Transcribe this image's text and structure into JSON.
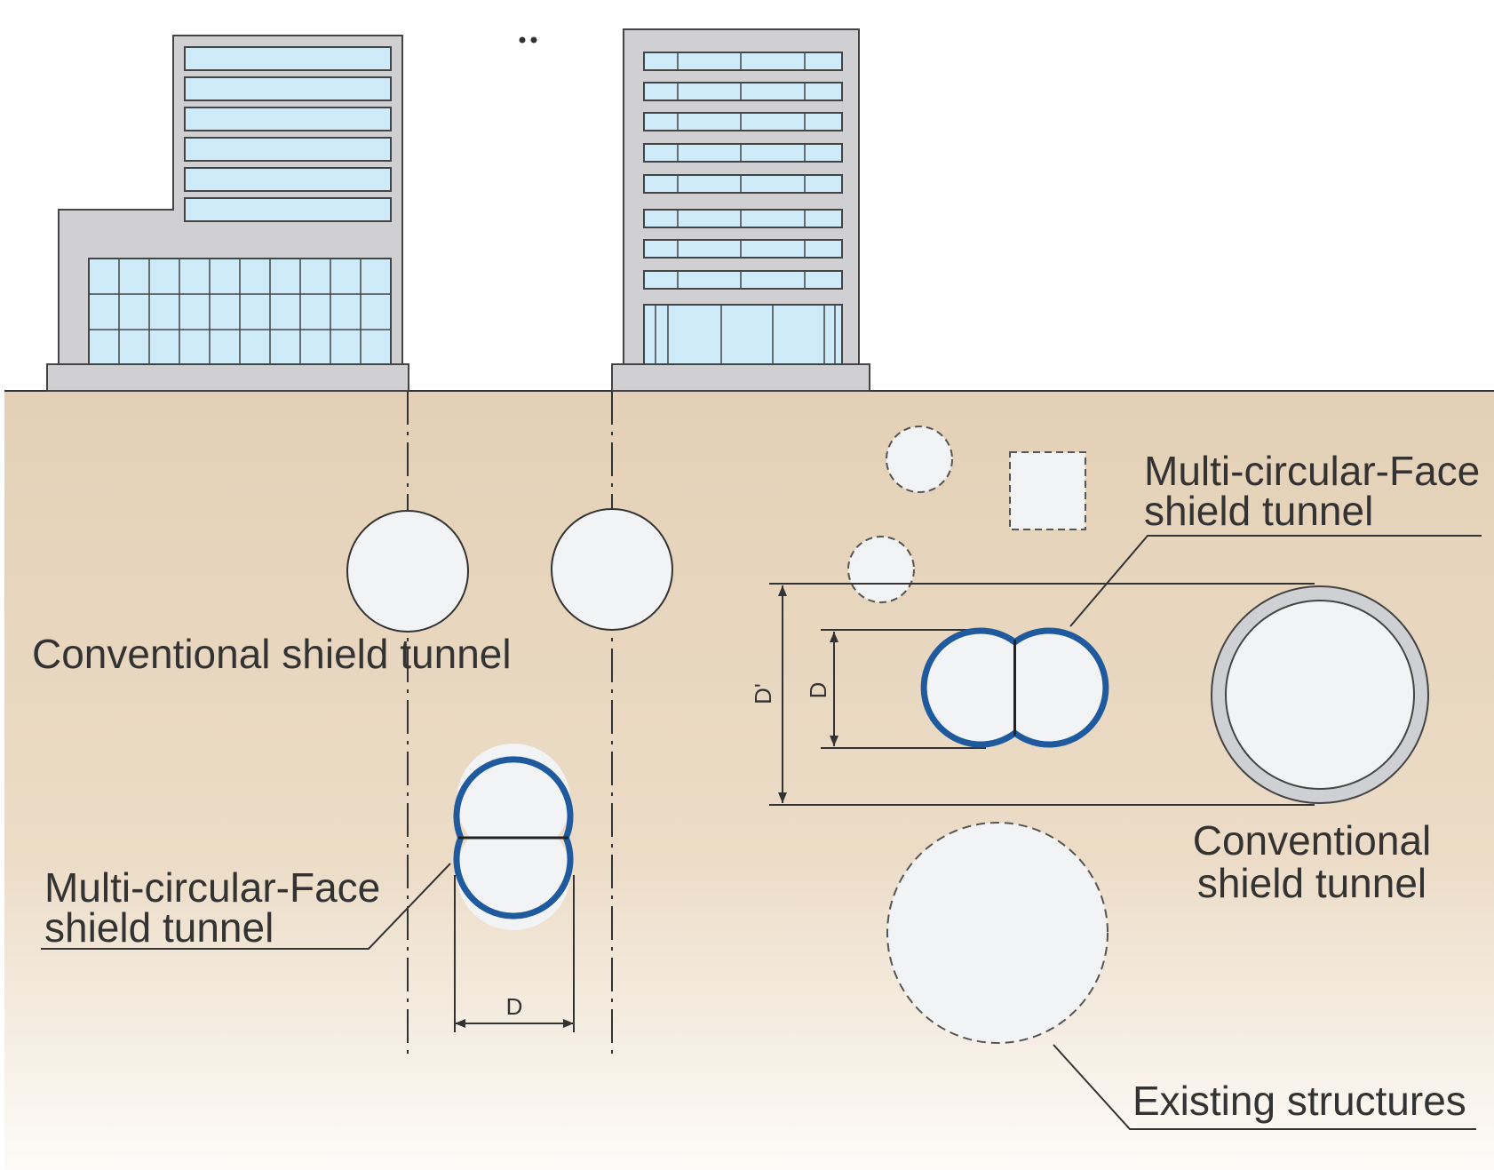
{
  "labels": {
    "conventional_left": "Conventional shield tunnel",
    "multi_left_line1": "Multi-circular-Face",
    "multi_left_line2": "shield tunnel",
    "multi_right_line1": "Multi-circular-Face",
    "multi_right_line2": "shield tunnel",
    "conventional_right_line1": "Conventional",
    "conventional_right_line2": "shield tunnel",
    "existing_structures": "Existing structures",
    "dim_d_bottom": "D",
    "dim_d_right": "D",
    "dim_d_prime": "D'"
  },
  "colors": {
    "ground_top": "#e3d0b6",
    "ground_bottom": "#fdfbf8",
    "building_gray": "#d0d0d2",
    "window_blue": "#cfeaf8",
    "tunnel_fill": "#f2f3f5",
    "multi_ring": "#1f5a9e",
    "outline": "#333333"
  }
}
